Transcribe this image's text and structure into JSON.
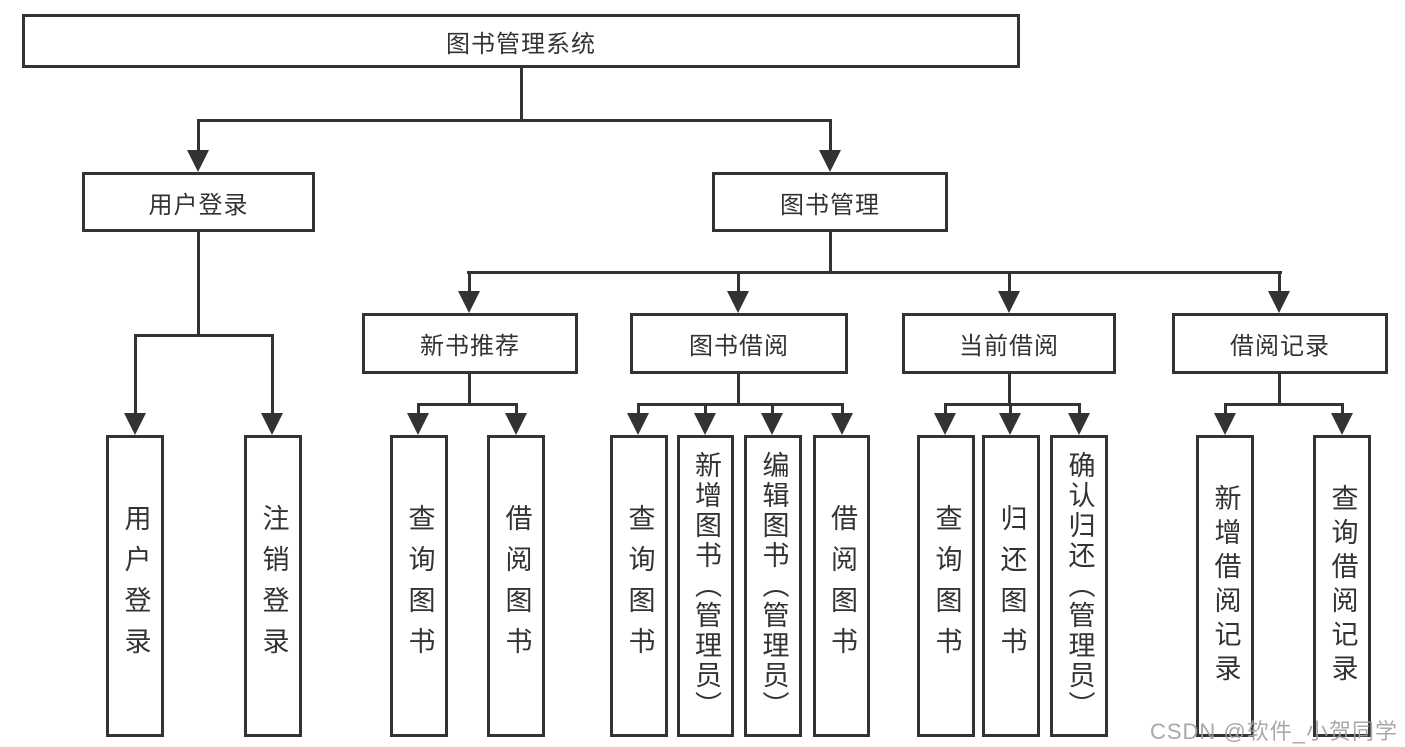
{
  "title": "图书管理系统",
  "watermark": "CSDN @软件_小贺同学",
  "colors": {
    "line": "#333333",
    "text": "#333333",
    "background": "#ffffff",
    "watermark": "#a0a0a0"
  },
  "tree": {
    "label": "图书管理系统",
    "children": [
      {
        "label": "用户登录",
        "children": [
          {
            "label": "用户登录"
          },
          {
            "label": "注销登录"
          }
        ]
      },
      {
        "label": "图书管理",
        "children": [
          {
            "label": "新书推荐",
            "children": [
              {
                "label": "查询图书"
              },
              {
                "label": "借阅图书"
              }
            ]
          },
          {
            "label": "图书借阅",
            "children": [
              {
                "label": "查询图书"
              },
              {
                "label": "新增图书（管理员）"
              },
              {
                "label": "编辑图书（管理员）"
              },
              {
                "label": "借阅图书"
              }
            ]
          },
          {
            "label": "当前借阅",
            "children": [
              {
                "label": "查询图书"
              },
              {
                "label": "归还图书"
              },
              {
                "label": "确认归还（管理员）"
              }
            ]
          },
          {
            "label": "借阅记录",
            "children": [
              {
                "label": "新增借阅记录"
              },
              {
                "label": "查询借阅记录"
              }
            ]
          }
        ]
      }
    ]
  }
}
